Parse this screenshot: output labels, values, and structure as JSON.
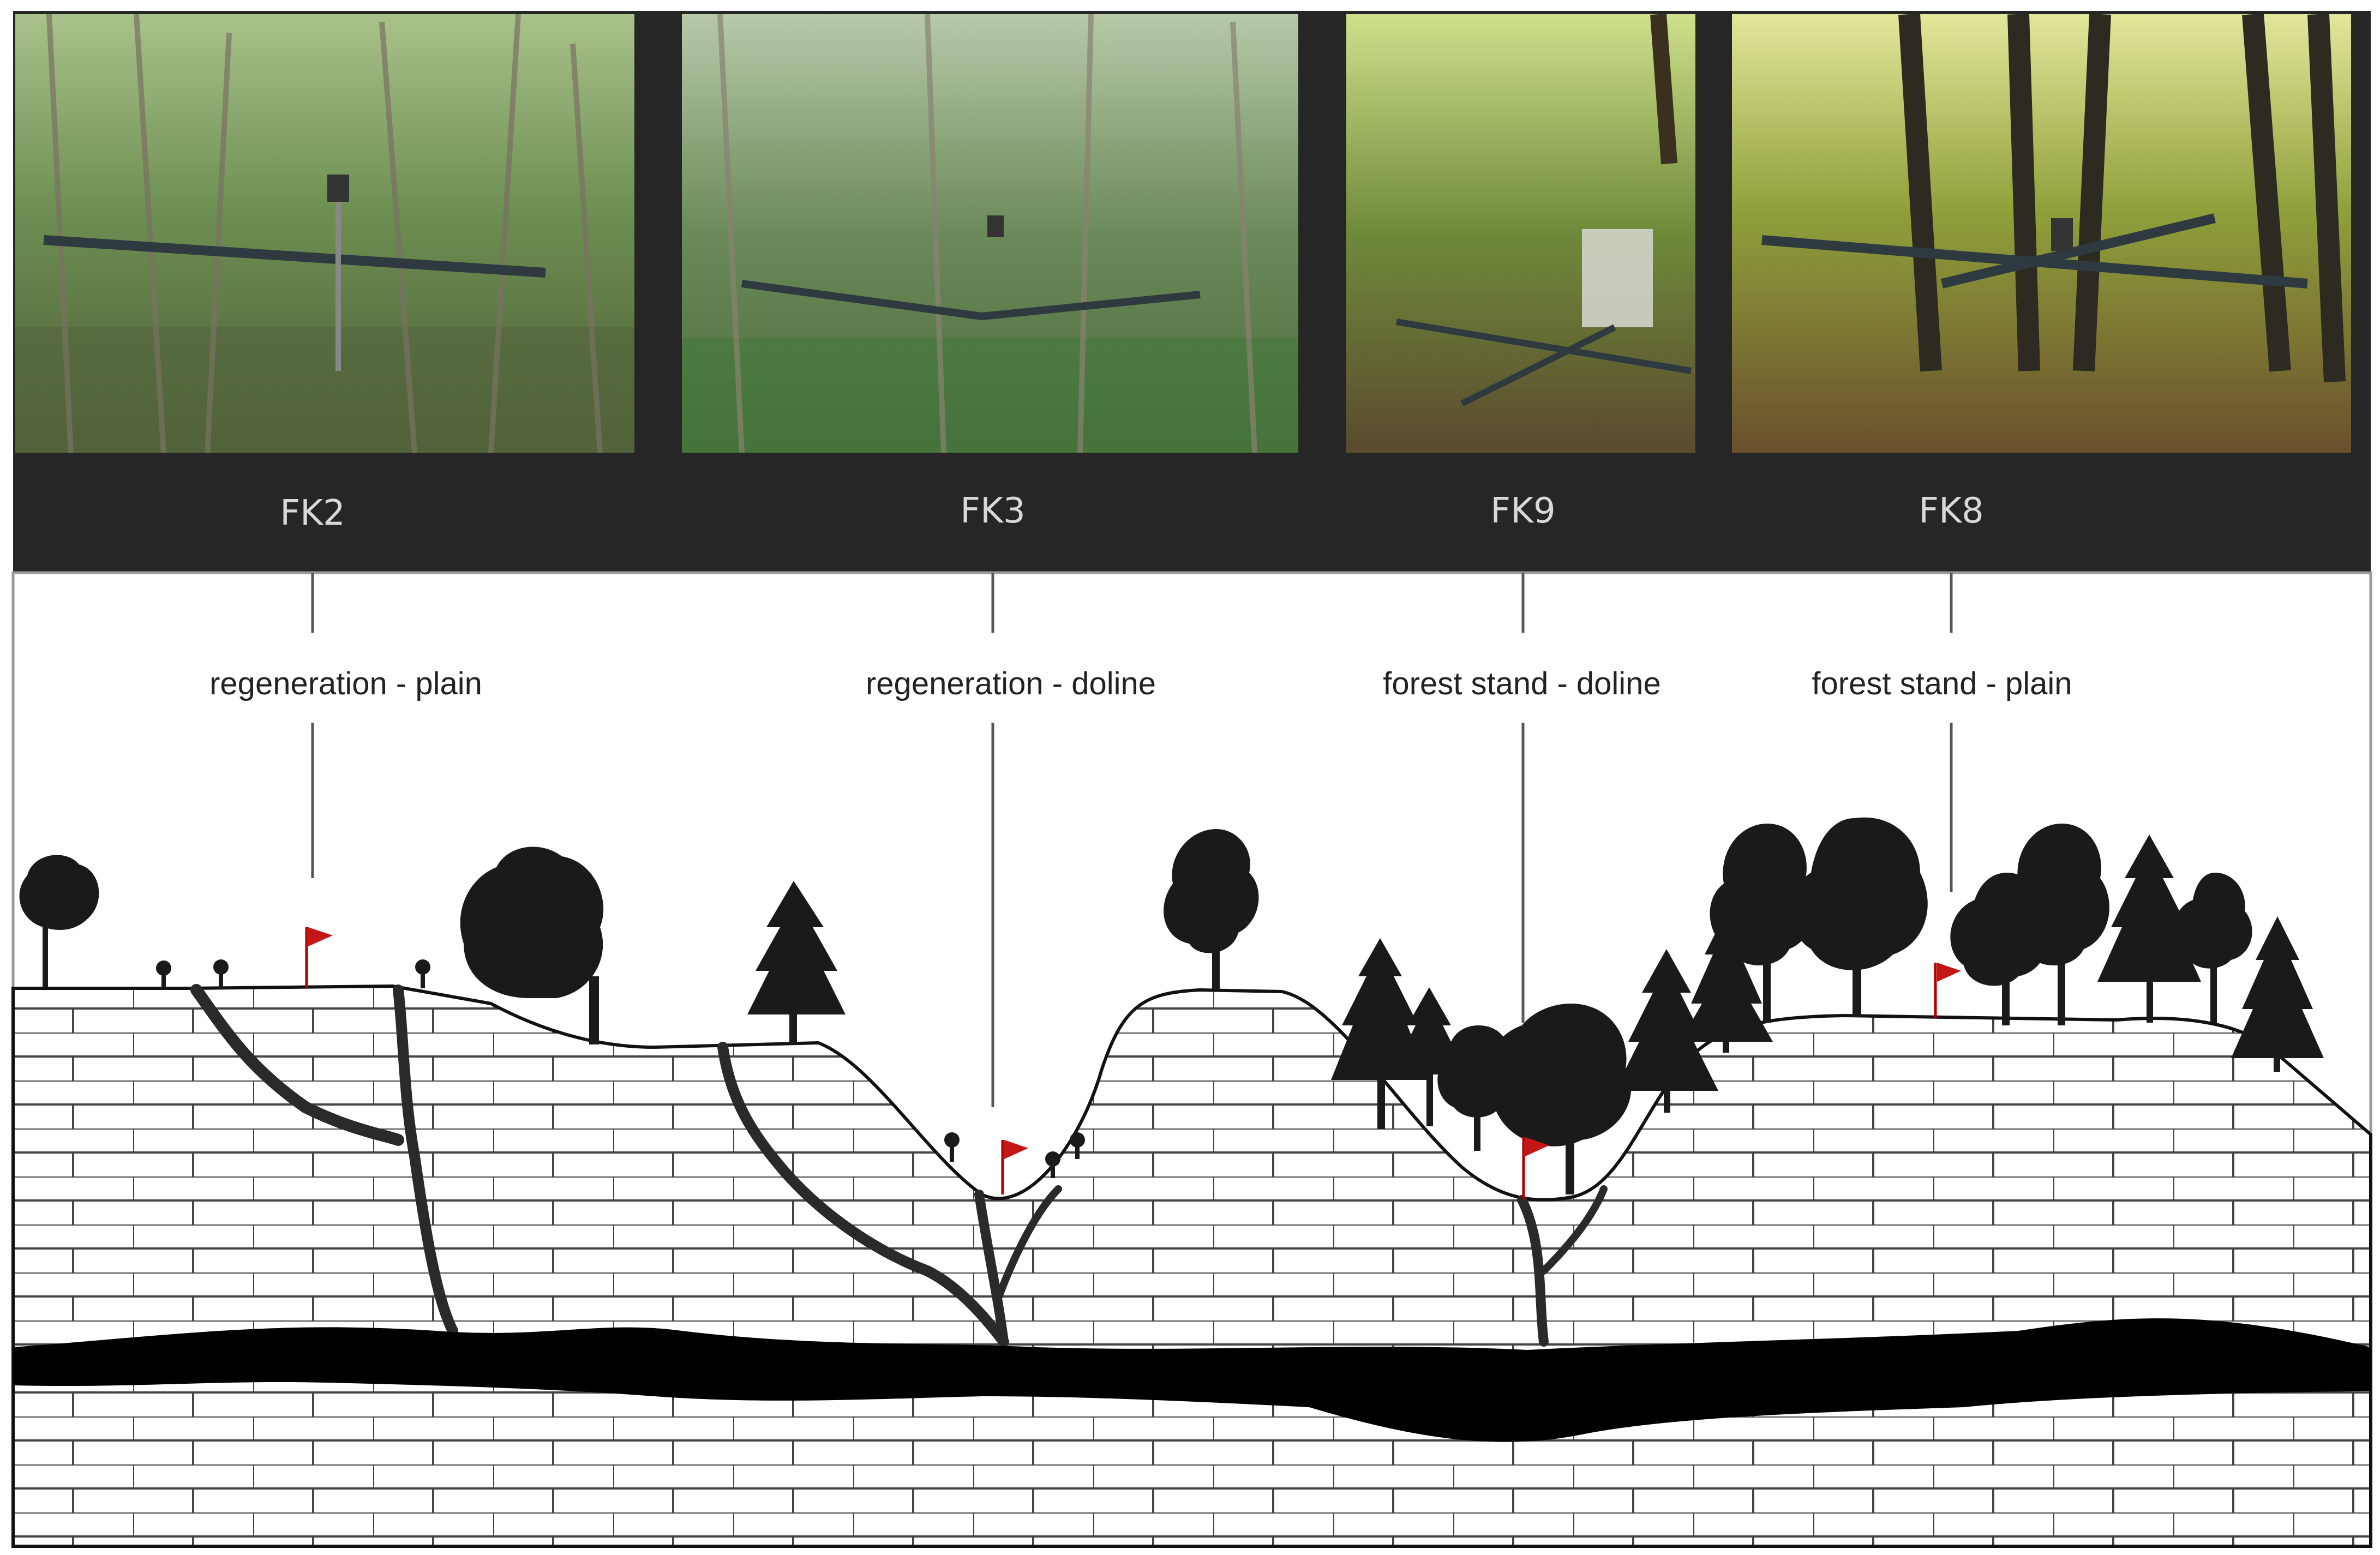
{
  "figure": {
    "sites": [
      {
        "code": "FK2",
        "label": "regeneration - plain"
      },
      {
        "code": "FK3",
        "label": "regeneration - doline"
      },
      {
        "code": "FK9",
        "label": "forest stand - doline"
      },
      {
        "code": "FK8",
        "label": "forest stand - plain"
      }
    ],
    "colors": {
      "banner": "#262626",
      "flag": "#c41616",
      "rock_line": "#444444",
      "silhouette": "#1a1a1a",
      "cave_channel": "#000000"
    }
  }
}
